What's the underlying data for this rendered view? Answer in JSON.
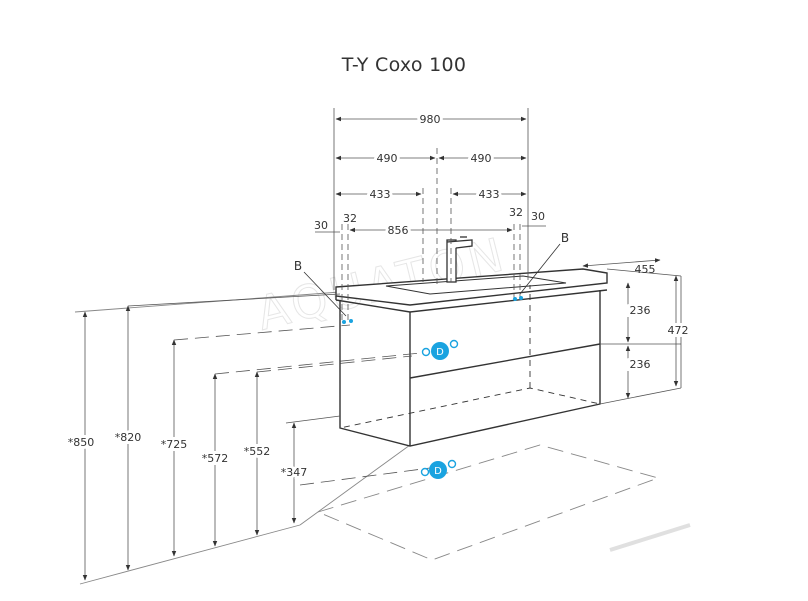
{
  "title": "T-Y Coxo 100",
  "watermark": "AQUATON",
  "top_dims": {
    "overall": "980",
    "half_left": "490",
    "half_right": "490",
    "inner_left": "433",
    "inner_right": "433",
    "bowl": "856",
    "edge_left_outer": "30",
    "edge_left_inner": "32",
    "edge_right_inner": "32",
    "edge_right_outer": "30"
  },
  "side_dims": {
    "depth": "455",
    "drawer_top": "236",
    "drawer_bottom": "236",
    "height_total": "472"
  },
  "heights": {
    "h850": "*850",
    "h820": "*820",
    "h725": "*725",
    "h572": "*572",
    "h552": "*552",
    "h347": "*347"
  },
  "labels": {
    "b_left": "B",
    "b_right": "B",
    "d_upper": "D",
    "d_lower": "D"
  },
  "colors": {
    "line": "#333333",
    "dim": "#555555",
    "accent": "#1aa3e0",
    "watermark": "#e6e6e6"
  }
}
